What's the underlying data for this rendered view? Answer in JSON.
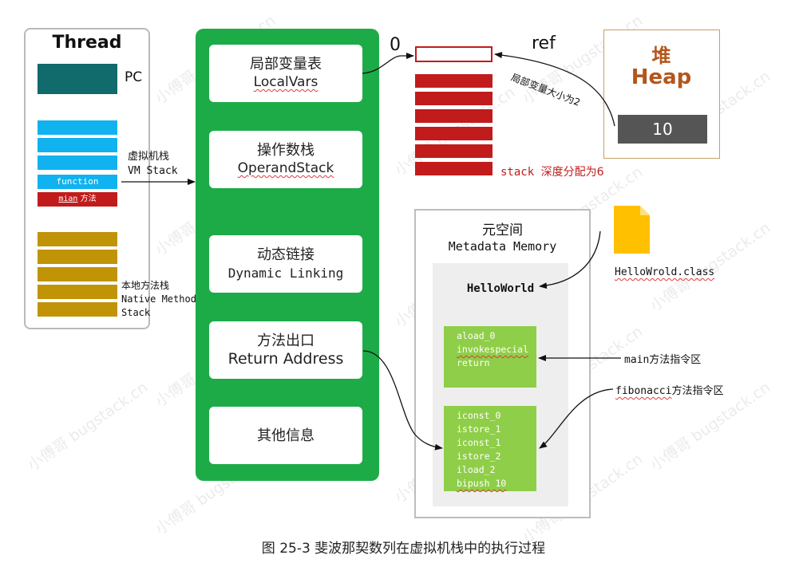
{
  "thread": {
    "title": "Thread",
    "pc_label": "PC",
    "function_label": "function",
    "main_method_word": "mian",
    "main_method_suffix": " 方法",
    "vm_stack_cn": "虚拟机栈",
    "vm_stack_en": "VM Stack",
    "native_cn": "本地方法栈",
    "native_en_1": "Native Method",
    "native_en_2": "Stack"
  },
  "frame": {
    "local_vars_cn": "局部变量表",
    "local_vars_en": "LocalVars",
    "operand_cn": "操作数栈",
    "operand_en": "OperandStack",
    "dynamic_cn": "动态链接",
    "dynamic_en": "Dynamic Linking",
    "return_cn": "方法出口",
    "return_en": "Return Address",
    "other_cn": "其他信息"
  },
  "stack": {
    "zero_label": "0",
    "ref_label": "ref",
    "local_size_note": "局部变量大小为2",
    "depth_note_prefix": "stack ",
    "depth_note_suffix": "深度分配为6"
  },
  "heap": {
    "title_cn": "堆",
    "title_en": "Heap",
    "value": "10"
  },
  "metaspace": {
    "title_cn": "元空间",
    "title_en": "Metadata Memory",
    "class_name": "HelloWorld",
    "class_file": "HelloWrold.class",
    "main_code": [
      "aload_0",
      "invokespecial",
      "return"
    ],
    "fib_code": [
      "iconst_0",
      "istore_1",
      "iconst_1",
      "istore_2",
      "iload_2",
      "bipush 10"
    ],
    "main_area_label": "main方法指令区",
    "fib_area_word": "fibonacci",
    "fib_area_suffix": "方法指令区"
  },
  "caption": "图 25-3 斐波那契数列在虚拟机栈中的执行过程",
  "watermark": "小傅哥 bugstack.cn",
  "colors": {
    "frame_green": "#1dab48",
    "pc_teal": "#116a6b",
    "vm_stack_blue": "#10b2ef",
    "main_red": "#c21b1b",
    "native_gold": "#c19307",
    "heap_title": "#b4561c",
    "heap_value_bg": "#555555",
    "code_green": "#8fce48",
    "file_yellow": "#ffc000"
  }
}
